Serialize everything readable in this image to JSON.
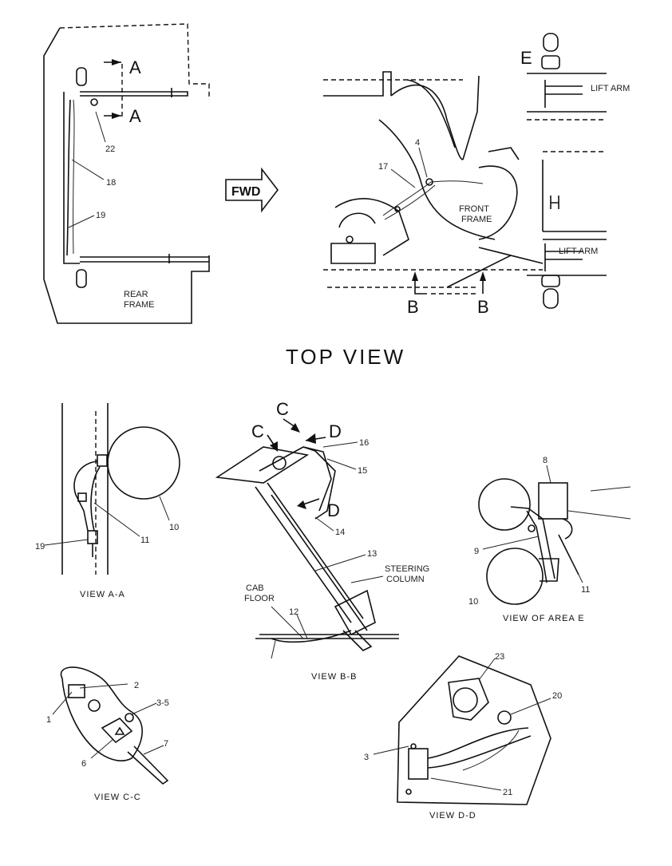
{
  "top_view": {
    "title": "TOP VIEW",
    "fwd": "FWD",
    "section_a": "A",
    "section_b": "B",
    "area_e": "E",
    "rear_frame": [
      "REAR",
      "FRAME"
    ],
    "front_frame": [
      "FRONT",
      "FRAME"
    ],
    "lift_arm": "LIFT ARM",
    "callouts": [
      "22",
      "18",
      "19",
      "4",
      "17"
    ]
  },
  "view_aa": {
    "caption": "VIEW A-A",
    "callouts": [
      "10",
      "11",
      "19"
    ]
  },
  "view_bb": {
    "caption": "VIEW B-B",
    "section_c": "C",
    "section_d": "D",
    "steering_column": [
      "STEERING",
      "COLUMN"
    ],
    "cab_floor": [
      "CAB",
      "FLOOR"
    ],
    "callouts": [
      "16",
      "15",
      "14",
      "13",
      "12"
    ]
  },
  "view_e": {
    "caption": "VIEW OF AREA E",
    "callouts": [
      "8",
      "9",
      "10",
      "11"
    ]
  },
  "view_cc": {
    "caption": "VIEW C-C",
    "callouts": [
      "2",
      "1",
      "3-5",
      "6",
      "7"
    ]
  },
  "view_dd": {
    "caption": "VIEW D-D",
    "callouts": [
      "23",
      "20",
      "3",
      "21"
    ]
  }
}
